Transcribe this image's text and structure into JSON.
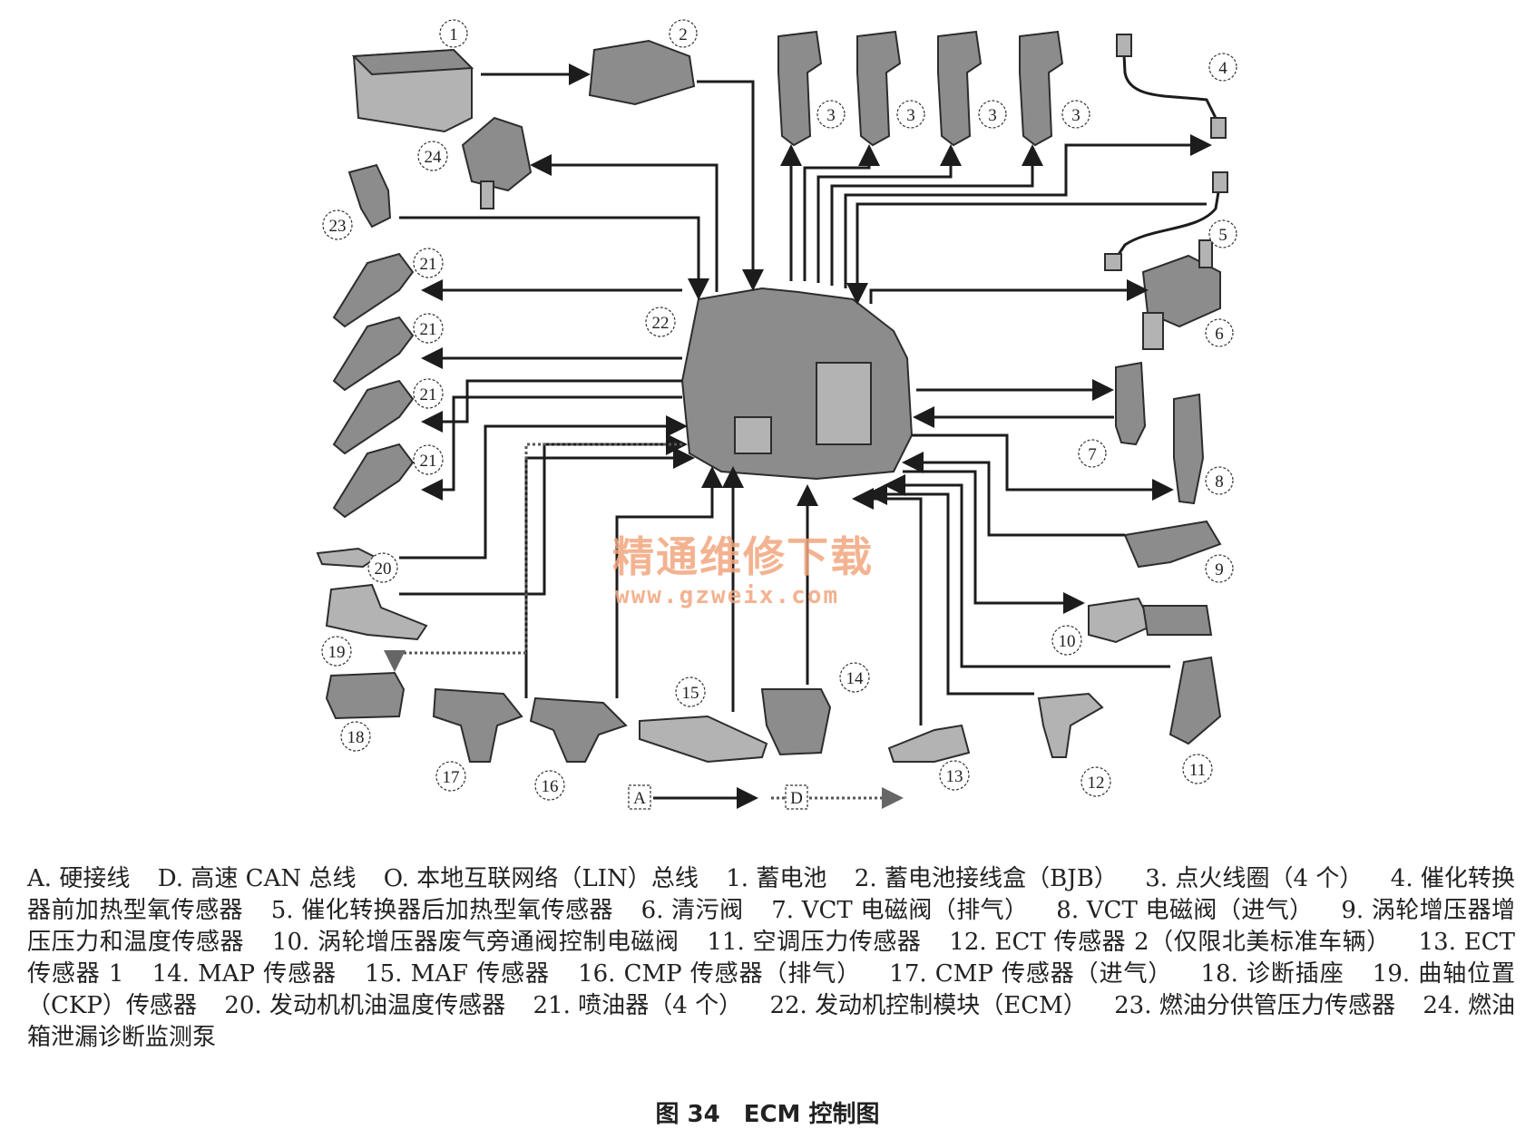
{
  "diagram": {
    "ecm_label": "22",
    "badges": {
      "b1": "1",
      "b2": "2",
      "b3a": "3",
      "b3b": "3",
      "b3c": "3",
      "b3d": "3",
      "b4": "4",
      "b5": "5",
      "b6": "6",
      "b7": "7",
      "b8": "8",
      "b9": "9",
      "b10": "10",
      "b11": "11",
      "b12": "12",
      "b13": "13",
      "b14": "14",
      "b15": "15",
      "b16": "16",
      "b17": "17",
      "b18": "18",
      "b19": "19",
      "b20": "20",
      "b21a": "21",
      "b21b": "21",
      "b21c": "21",
      "b21d": "21",
      "b23": "23",
      "b24": "24"
    },
    "legend": {
      "hard": "A",
      "can": "D"
    },
    "watermark": {
      "line1": "精通维修下载",
      "line2": "www.gzweix.com"
    }
  },
  "caption": {
    "items": [
      "A. 硬接线",
      "D. 高速 CAN 总线",
      "O. 本地互联网络（LIN）总线",
      "1. 蓄电池",
      "2. 蓄电池接线盒（BJB）",
      "3. 点火线圈（4 个）",
      "4. 催化转换器前加热型氧传感器",
      "5. 催化转换器后加热型氧传感器",
      "6. 清污阀",
      "7. VCT 电磁阀（排气）",
      "8. VCT 电磁阀（进气）",
      "9. 涡轮增压器增压压力和温度传感器",
      "10. 涡轮增压器废气旁通阀控制电磁阀",
      "11. 空调压力传感器",
      "12. ECT 传感器 2（仅限北美标准车辆）",
      "13. ECT 传感器 1",
      "14. MAP 传感器",
      "15. MAF 传感器",
      "16. CMP 传感器（排气）",
      "17. CMP 传感器（进气）",
      "18. 诊断插座",
      "19. 曲轴位置（CKP）传感器",
      "20. 发动机机油温度传感器",
      "21. 喷油器（4 个）",
      "22. 发动机控制模块（ECM）",
      "23. 燃油分供管压力传感器",
      "24. 燃油箱泄漏诊断监测泵"
    ],
    "figure_title": "图 34　ECM 控制图"
  }
}
